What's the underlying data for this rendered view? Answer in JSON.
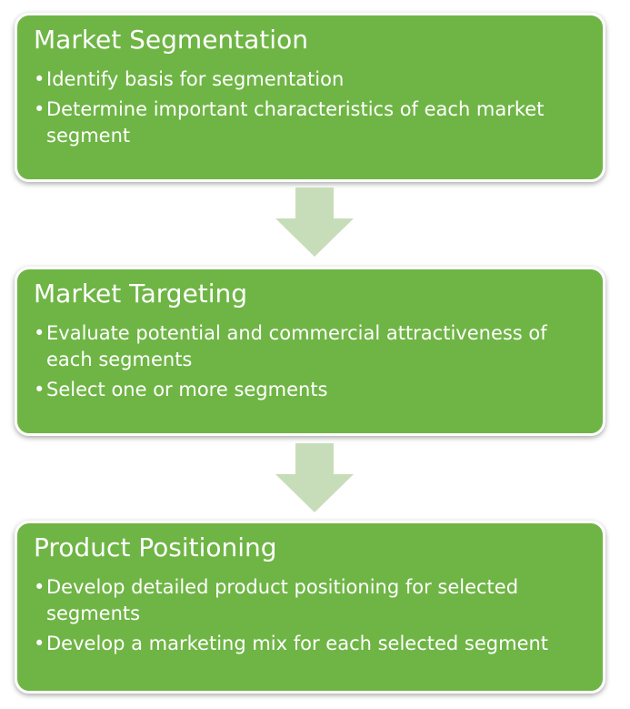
{
  "steps": [
    {
      "title": "Market Segmentation",
      "bullets": [
        "Identify basis for segmentation",
        "Determine important characteristics of each market segment"
      ]
    },
    {
      "title": "Market Targeting",
      "bullets": [
        "Evaluate potential and commercial attractiveness of each segments",
        "Select one or more segments"
      ]
    },
    {
      "title": "Product Positioning",
      "bullets": [
        "Develop detailed product positioning for selected segments",
        "Develop a marketing mix for each selected segment"
      ]
    }
  ],
  "bullet_symbol": "•",
  "colors": {
    "box_fill": "#6fb545",
    "box_border": "#ffffff",
    "arrow_fill": "#c7ddb9",
    "text": "#ffffff"
  }
}
